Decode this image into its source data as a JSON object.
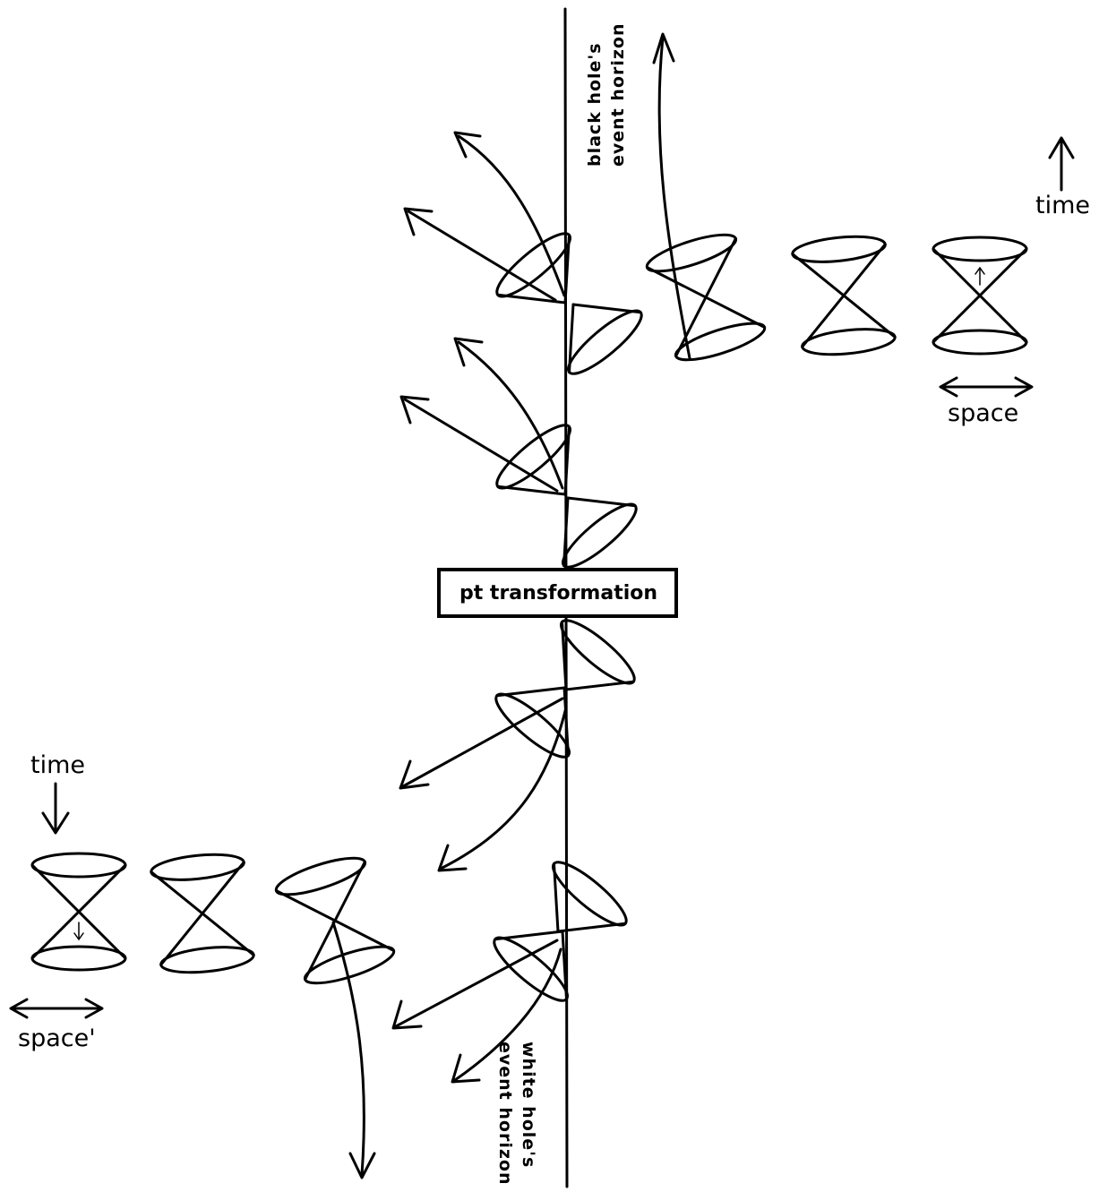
{
  "diagram": {
    "black_hole_label": [
      "black hole's",
      "event horizon"
    ],
    "white_hole_label": [
      "white hole's",
      "event horizon"
    ],
    "center_box_label": "pt transformation",
    "time_label_top": "time",
    "space_label_top": "space",
    "time_label_bottom": "time",
    "space_label_bottom": "space'"
  }
}
